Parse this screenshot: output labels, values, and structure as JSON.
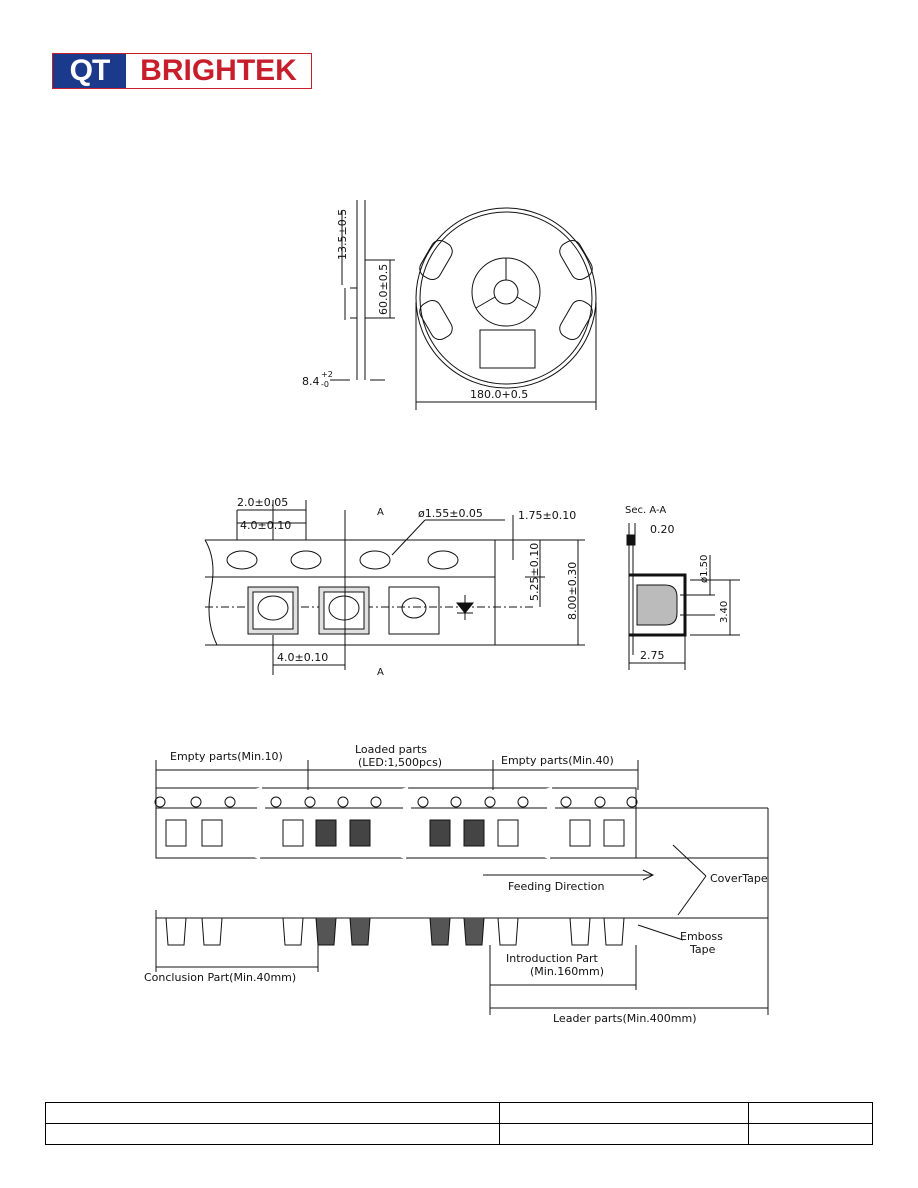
{
  "logo": {
    "part1": "QT",
    "part2": "BRIGHTEK"
  },
  "reel": {
    "dim_height": "13.5±0.5",
    "dim_hub": "60.0±0.5",
    "dim_width": "8.4",
    "dim_width_tol_plus": "+2",
    "dim_width_tol_minus": "-0",
    "dim_diameter": "180.0+0.5"
  },
  "tape": {
    "dim_p2": "2.0±0.05",
    "dim_p0": "4.0±0.10",
    "dim_hole": "ø1.55±0.05",
    "dim_e": "1.75±0.10",
    "dim_f": "5.25±0.10",
    "dim_w": "8.00±0.30",
    "dim_p1": "4.0±0.10",
    "section_mark": "A"
  },
  "section": {
    "title": "Sec. A-A",
    "dim_t": "0.20",
    "dim_d1": "ø1.50",
    "dim_b0": "3.40",
    "dim_k0": "2.75"
  },
  "leader": {
    "empty_start": "Empty parts(Min.10)",
    "loaded_line1": "Loaded parts",
    "loaded_line2": "(LED:1,500pcs)",
    "empty_end": "Empty parts(Min.40)",
    "feeding": "Feeding Direction",
    "cover_tape": "CoverTape",
    "emboss_line1": "Emboss",
    "emboss_line2": "Tape",
    "conclusion": "Conclusion Part(Min.40mm)",
    "intro_line1": "Introduction Part",
    "intro_line2": "(Min.160mm)",
    "leader_parts": "Leader parts(Min.400mm)"
  },
  "footer": {
    "rows": [
      [
        "",
        "",
        ""
      ],
      [
        "",
        "",
        ""
      ]
    ]
  }
}
